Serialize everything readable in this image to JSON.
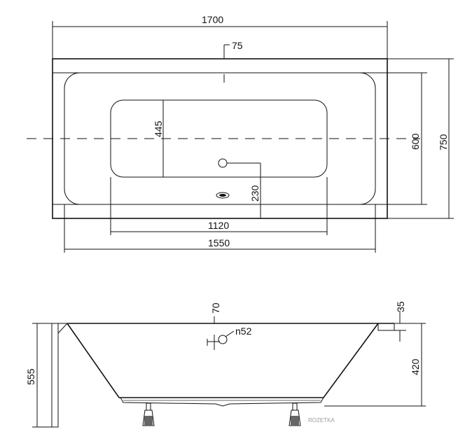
{
  "diagram": {
    "top_view": {
      "overall_length": "1700",
      "rim_offset": "75",
      "inner_depth": "445",
      "drain_offset": "230",
      "width_inner": "600",
      "width_outer": "750",
      "floor_length": "1120",
      "inner_length": "1550"
    },
    "side_view": {
      "rim_drop": "70",
      "drain_diameter": "n52",
      "rim_thickness": "35",
      "height_total": "555",
      "depth_inner": "420"
    },
    "watermark": "ROZETKA"
  }
}
